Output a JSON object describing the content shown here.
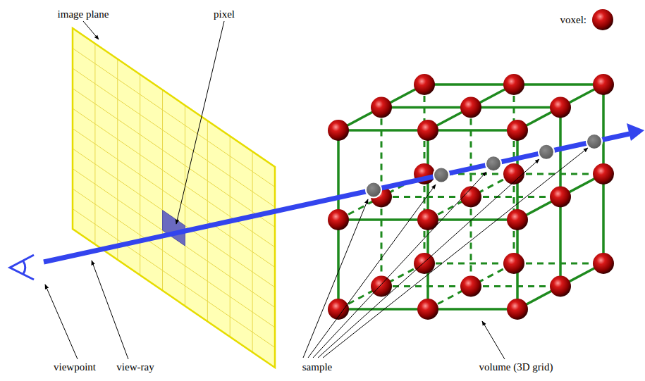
{
  "diagram": {
    "labels": [
      "image plane",
      "pixel",
      "viewpoint",
      "view-ray",
      "sample",
      "volume (3D grid)"
    ],
    "legend": [
      {
        "text": "voxel:"
      }
    ]
  }
}
